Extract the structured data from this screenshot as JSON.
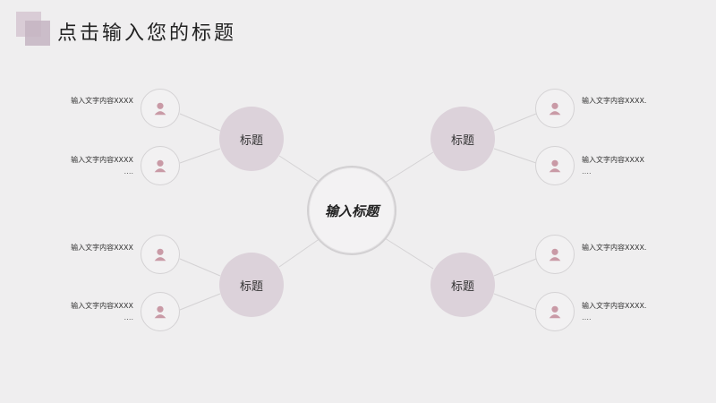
{
  "title": "点击输入您的标题",
  "center": {
    "label": "输入标题"
  },
  "branches": [
    {
      "label": "标题"
    },
    {
      "label": "标题"
    },
    {
      "label": "标题"
    },
    {
      "label": "标题"
    }
  ],
  "notes": [
    {
      "text": "输入文字内容XXXX",
      "dots": ""
    },
    {
      "text": "输入文字内容XXXX",
      "dots": "…."
    },
    {
      "text": "输入文字内容XXXX",
      "dots": ""
    },
    {
      "text": "输入文字内容XXXX",
      "dots": "…."
    },
    {
      "text": "输入文字内容XXXX.",
      "dots": ""
    },
    {
      "text": "输入文字内容XXXX",
      "dots": "…."
    },
    {
      "text": "输入文字内容XXXX.",
      "dots": ""
    },
    {
      "text": "输入文字内容XXXX.",
      "dots": "…."
    }
  ],
  "colors": {
    "accent": "#dcd2da",
    "icon": "#c99aa6",
    "line": "#d2d0d2"
  },
  "icons": {
    "leaf": "user-icon"
  }
}
